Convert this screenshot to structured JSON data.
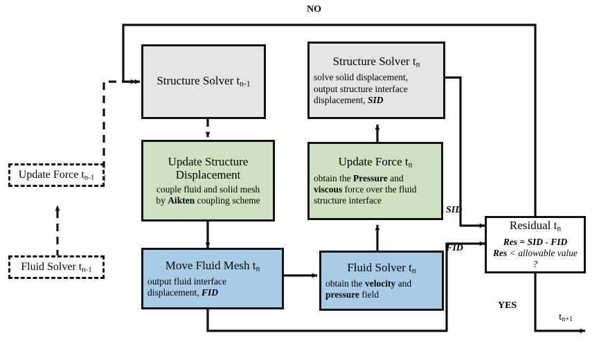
{
  "diagram": {
    "title": "FSI partitioned coupling flowchart",
    "colors": {
      "gray": "#e4e4e4",
      "green": "#cfe0c1",
      "blue": "#a9cce6",
      "white": "#ffffff",
      "line": "#111111"
    },
    "nodes": {
      "structure_solver_prev": {
        "title": "Structure Solver t",
        "title_sub": "n-1",
        "body": "",
        "fill": "gray",
        "style": "solid"
      },
      "structure_solver_n": {
        "title": "Structure Solver t",
        "title_sub": "n",
        "body_line1": "solve solid displacement,",
        "body_line2": "output structure interface",
        "body_line3_pre": "displacement, ",
        "body_line3_em": "SID",
        "fill": "gray",
        "style": "solid"
      },
      "update_structure_displacement": {
        "title_line1": "Update Structure",
        "title_line2": "Displacement",
        "body_line1": "couple fluid and solid mesh",
        "body_line2_pre": "by ",
        "body_line2_em": "Aikten",
        "body_line2_post": " coupling scheme",
        "fill": "green",
        "style": "solid"
      },
      "update_force_n": {
        "title": "Update Force t",
        "title_sub": "n",
        "body_line1_pre": "obtain the ",
        "body_line1_em": "Pressure",
        "body_line1_post": " and",
        "body_line2_em": "viscous",
        "body_line2_post": " force over the fluid",
        "body_line3": "structure interface",
        "fill": "green",
        "style": "solid"
      },
      "move_fluid_mesh": {
        "title": "Move Fluid Mesh t",
        "title_sub": "n",
        "body_line1": "output fluid interface",
        "body_line2_pre": "displacement, ",
        "body_line2_em": "FID",
        "fill": "blue",
        "style": "solid"
      },
      "fluid_solver_n": {
        "title": "Fluid Solver t",
        "title_sub": "n",
        "body_line1_pre": "obtain the ",
        "body_line1_em": "velocity",
        "body_line1_post": " and",
        "body_line2_em": "pressure",
        "body_line2_post": " field",
        "fill": "blue",
        "style": "solid"
      },
      "residual_n": {
        "title": "Residual t",
        "title_sub": "n",
        "body_line1": "Res = SID - FID",
        "body_line2_em": "Res",
        "body_line2_post": " < allowable value ?",
        "fill": "white",
        "style": "solid"
      },
      "update_force_prev": {
        "title": "Update Force t",
        "title_sub": "n-1",
        "fill": "white",
        "style": "dashed"
      },
      "fluid_solver_prev": {
        "title": "Fluid Solver t",
        "title_sub": "n-1",
        "fill": "white",
        "style": "dashed"
      }
    },
    "edge_labels": {
      "no": "NO",
      "yes": "YES",
      "sid": "SID",
      "fid": "FID",
      "t_next": "t",
      "t_next_sub": "n+1"
    }
  }
}
